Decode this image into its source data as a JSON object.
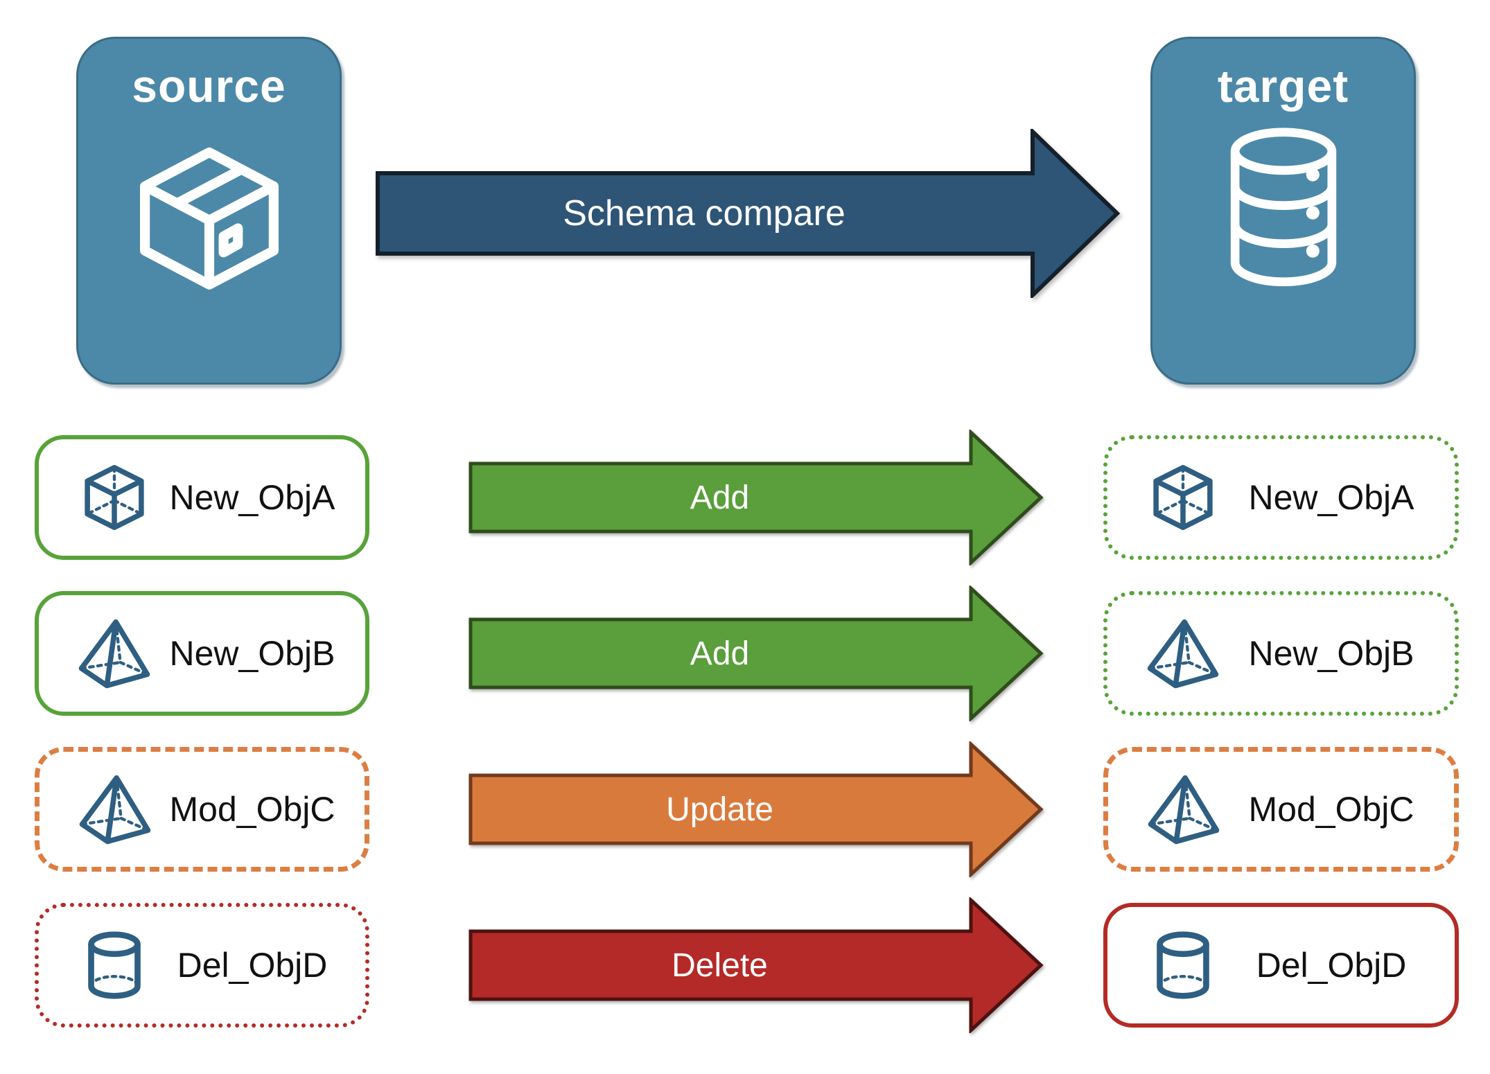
{
  "diagram": {
    "source_node": {
      "label": "source",
      "icon": "package-icon"
    },
    "target_node": {
      "label": "target",
      "icon": "database-icon"
    },
    "compare_arrow": {
      "label": "Schema compare"
    },
    "rows": [
      {
        "object": "New_ObjA",
        "icon": "cube-icon",
        "action": "Add",
        "change": "add",
        "source_border": "solid",
        "target_border": "dotted"
      },
      {
        "object": "New_ObjB",
        "icon": "pyramid-icon",
        "action": "Add",
        "change": "add",
        "source_border": "solid",
        "target_border": "dotted"
      },
      {
        "object": "Mod_ObjC",
        "icon": "pyramid-icon",
        "action": "Update",
        "change": "update",
        "source_border": "dashed",
        "target_border": "dashed"
      },
      {
        "object": "Del_ObjD",
        "icon": "cylinder-icon",
        "action": "Delete",
        "change": "delete",
        "source_border": "dotted",
        "target_border": "solid"
      }
    ],
    "colors": {
      "node_fill": "#4C89A8",
      "node_border": "#3A6C86",
      "compare_fill": "#2E5576",
      "compare_border": "#15202B",
      "add_fill": "#5B9E3C",
      "add_border": "#2F4D1C",
      "add_accent": "#57A339",
      "update_fill": "#D97A3D",
      "update_border": "#713A1C",
      "update_accent": "#DC7E42",
      "delete_fill": "#B32A28",
      "delete_border": "#4E1210",
      "delete_accent": "#B42B25",
      "icon_blue": "#2E5F82",
      "label_text": "#111111",
      "arrow_text": "#FFFFFF"
    }
  }
}
